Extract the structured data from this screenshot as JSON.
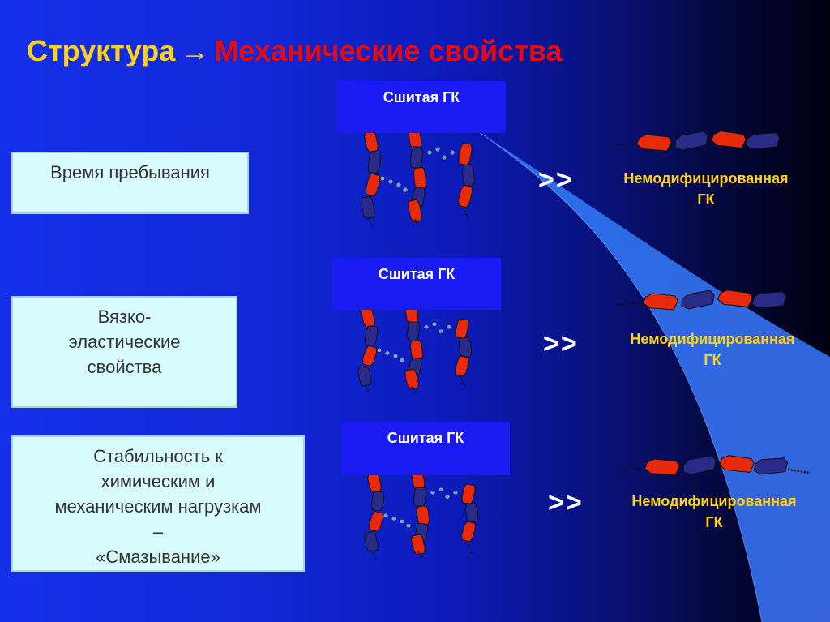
{
  "title": {
    "part1": "Структура",
    "arrow": "→",
    "part2": "Механические свойства"
  },
  "rows": [
    {
      "property_lines": [
        "Время пребывания"
      ],
      "crosslinked_label": "Сшитая ГК",
      "comparison": ">>",
      "unmodified_lines": [
        "Немодифицированная",
        "ГК"
      ]
    },
    {
      "property_lines": [
        "Вязко-",
        "эластические",
        "свойства"
      ],
      "crosslinked_label": "Сшитая ГК",
      "comparison": ">>",
      "unmodified_lines": [
        "Немодифицированная",
        "ГК"
      ]
    },
    {
      "property_lines": [
        "Стабильность к",
        "химическим и",
        "механическим нагрузкам",
        "–",
        "«Смазывание»"
      ],
      "crosslinked_label": "Сшитая ГК",
      "comparison": ">>",
      "unmodified_lines": [
        "Немодифицированная",
        "ГК"
      ]
    }
  ],
  "colors": {
    "title_yellow": "#ffd21a",
    "title_red": "#e30a10",
    "segment_red": "#e82a0c",
    "segment_navy": "#2a2a88",
    "label_box_blue": "#1a1af2",
    "property_box_bg": "#d8fbfb"
  },
  "icons": {
    "crosslinked_molecule": "crosslinked-hyaluronic-acid-graphic",
    "linear_molecule": "linear-hyaluronic-acid-graphic"
  }
}
